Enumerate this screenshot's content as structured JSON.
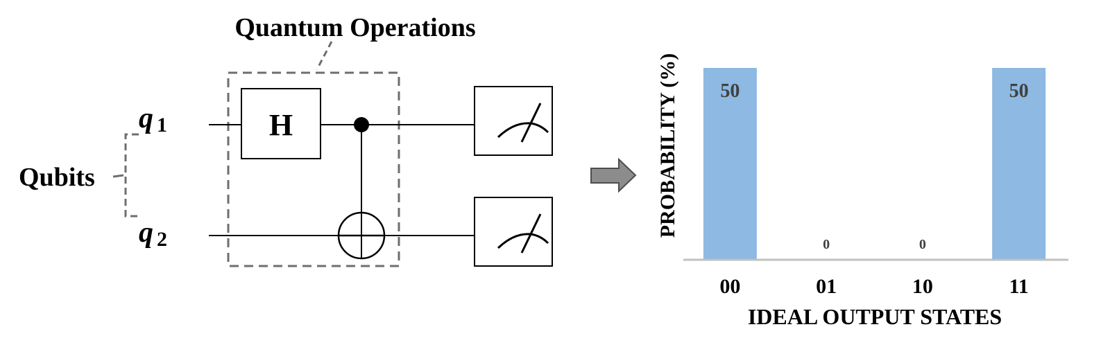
{
  "diagram": {
    "group_label": "Quantum Operations",
    "qubits_label": "Qubits",
    "qubit_1": {
      "symbol": "q",
      "subscript": "1"
    },
    "qubit_2": {
      "symbol": "q",
      "subscript": "2"
    },
    "gate_h_label": "H",
    "gates": [
      "H",
      "CNOT",
      "measure",
      "measure"
    ]
  },
  "chart_data": {
    "type": "bar",
    "categories": [
      "00",
      "01",
      "10",
      "11"
    ],
    "values": [
      50,
      0,
      0,
      50
    ],
    "data_labels": [
      "50",
      "0",
      "0",
      "50"
    ],
    "xlabel": "IDEAL OUTPUT STATES",
    "ylabel": "PROBABILITY (%)",
    "ylim": [
      0,
      50
    ],
    "grid": false,
    "legend": "none",
    "bar_color": "#8db9e2",
    "axis_color": "#c0c0c0"
  },
  "colors": {
    "dashed_frame": "#6e6e6e",
    "arrow_fill": "#8c8c8c",
    "arrow_stroke": "#4d4d4d"
  }
}
